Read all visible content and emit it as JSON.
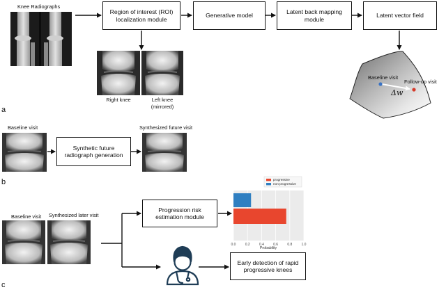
{
  "panel_a": {
    "label": "a",
    "knee_radiographs_caption": "Knee Radiographs",
    "boxes": {
      "roi": "Region of interest (ROI) localization module",
      "generative": "Generative model",
      "latent_back": "Latent back mapping module",
      "latent_field": "Latent vector field"
    },
    "right_knee": "Right knee",
    "left_knee_line1": "Left knee",
    "left_knee_line2": "(mirrored)",
    "baseline": "Baseline visit",
    "followup": "Follow-up visit",
    "delta_w": "Δw"
  },
  "panel_b": {
    "label": "b",
    "baseline": "Baseline visit",
    "synth_future": "Synthesized future visit",
    "box_synth": "Synthetic future radiograph generation"
  },
  "panel_c": {
    "label": "c",
    "baseline": "Baseline visit",
    "synth_later": "Synthesized later visit",
    "box_risk": "Progression risk estimation module",
    "box_early": "Early detection of rapid progressive knees"
  },
  "colors": {
    "progressive": "#e8462e",
    "non_progressive": "#2f7fc1",
    "baseline_dot": "#3a73c4",
    "followup_dot": "#d63a2a"
  },
  "chart_data": {
    "type": "bar",
    "orientation": "horizontal",
    "series": [
      {
        "name": "progressive",
        "values": [
          0.75
        ]
      },
      {
        "name": "non-progressive",
        "values": [
          0.25
        ]
      }
    ],
    "xlabel": "Probability",
    "xlim": [
      0,
      1.0
    ],
    "xticks": [
      "0.0",
      "0.2",
      "0.4",
      "0.6",
      "0.8",
      "1.0"
    ],
    "grid": true,
    "legend": "top-right"
  }
}
